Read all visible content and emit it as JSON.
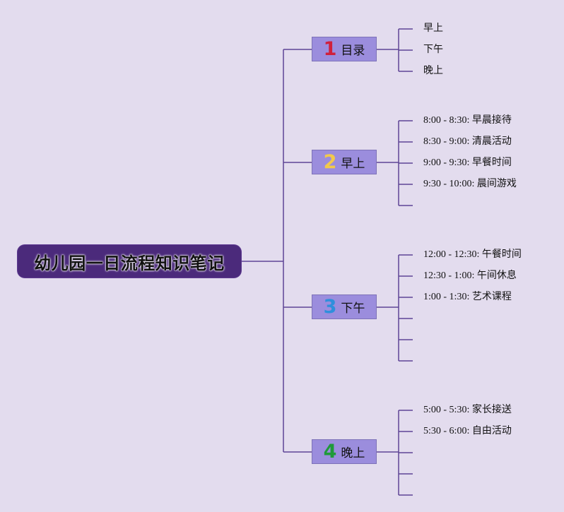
{
  "root": {
    "title": "幼儿园一日流程知识笔记"
  },
  "colors": {
    "background": "#e3dcee",
    "root_fill": "#4b2a7b",
    "branch_fill": "#9b8ddd",
    "connector": "#5e4595"
  },
  "branches": [
    {
      "number": "1",
      "number_color": "#d0203c",
      "label": "目录",
      "items": [
        "早上",
        "下午",
        "晚上"
      ],
      "empty_slots": 0
    },
    {
      "number": "2",
      "number_color": "#f2c94c",
      "label": "早上",
      "items": [
        "8:00 - 8:30: 早晨接待",
        "8:30 - 9:00: 清晨活动",
        "9:00 - 9:30: 早餐时间",
        "9:30 - 10:00: 晨间游戏"
      ],
      "empty_slots": 1
    },
    {
      "number": "3",
      "number_color": "#2f8fdc",
      "label": "下午",
      "items": [
        "12:00 - 12:30: 午餐时间",
        "12:30 - 1:00: 午间休息",
        "1:00 - 1:30: 艺术课程"
      ],
      "empty_slots": 3
    },
    {
      "number": "4",
      "number_color": "#1f9a3a",
      "label": "晚上",
      "items": [
        "5:00 - 5:30: 家长接送",
        "5:30 - 6:00: 自由活动"
      ],
      "empty_slots": 3
    }
  ]
}
